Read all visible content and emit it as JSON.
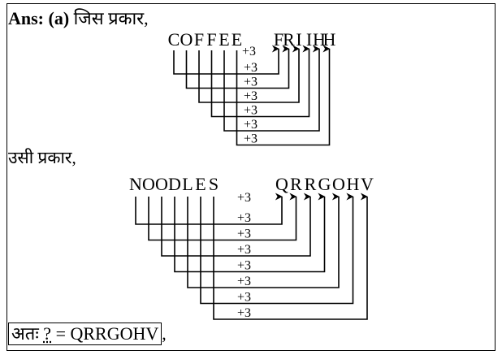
{
  "header": {
    "prefix": "Ans: (a)",
    "text": "जिस प्रकार,"
  },
  "example1": {
    "source": "COFFEE",
    "target": "FRIIHH",
    "shift_label": "+3",
    "shifts": [
      "+3",
      "+3",
      "+3",
      "+3",
      "+3",
      "+3"
    ]
  },
  "middle": {
    "text": "उसी प्रकार,"
  },
  "example2": {
    "source": "NOODLES",
    "target": "QRRGOHV",
    "shift_label": "+3",
    "shifts": [
      "+3",
      "+3",
      "+3",
      "+3",
      "+3",
      "+3",
      "+3"
    ]
  },
  "answer": {
    "prefix": "अतः",
    "question": "?",
    "equals": "=",
    "value": "QRRGOHV",
    "trail": ","
  }
}
